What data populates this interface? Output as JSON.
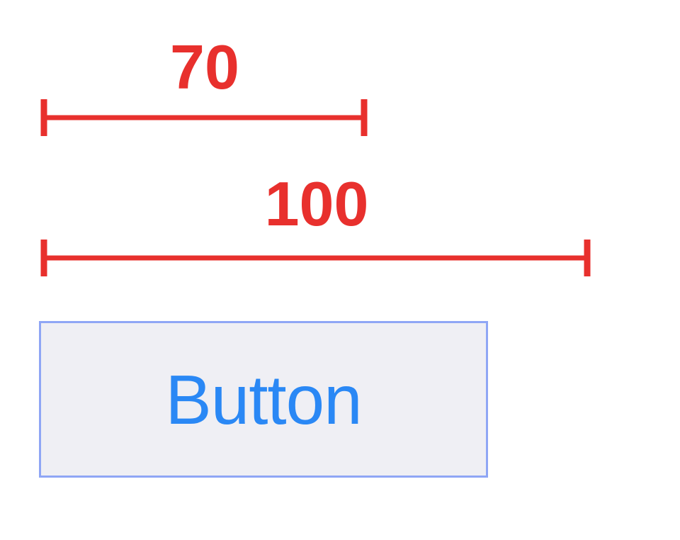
{
  "colors": {
    "measure": "#e8302d",
    "button_text": "#2a88f5",
    "button_bg": "#efeff4",
    "button_border": "#8fa6f5"
  },
  "measurements": [
    {
      "label": "70",
      "value": 70
    },
    {
      "label": "100",
      "value": 100
    }
  ],
  "button": {
    "label": "Button"
  }
}
